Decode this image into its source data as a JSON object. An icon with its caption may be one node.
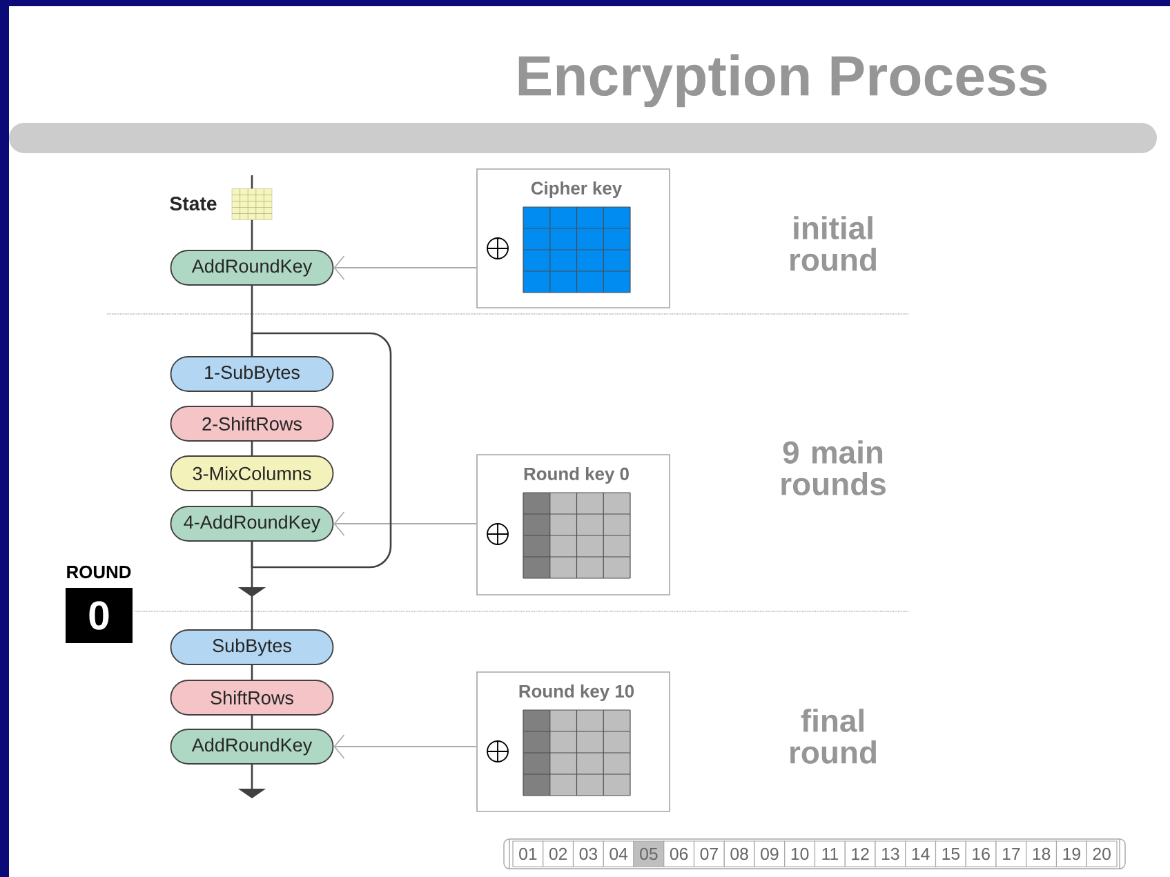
{
  "diagram": {
    "title": "Encryption Process",
    "nodes": [
      {
        "text": [],
        "shape": "box",
        "beside": [
          "State"
        ]
      },
      {
        "text": [
          "AddRoundKey"
        ]
      },
      {
        "text": [
          "Cipher key"
        ]
      },
      {
        "text": [
          "1-SubBytes"
        ]
      },
      {
        "text": [
          "2-ShiftRows"
        ]
      },
      {
        "text": [
          "3-MixColumns"
        ]
      },
      {
        "text": [
          "4-AddRoundKey"
        ]
      },
      {
        "text": [
          "Round key 0"
        ]
      },
      {
        "text": [
          "SubBytes"
        ]
      },
      {
        "text": [
          "ShiftRows"
        ]
      },
      {
        "text": [
          "AddRoundKey"
        ]
      },
      {
        "text": [
          "Round key 10"
        ]
      },
      {
        "text": [
          "ROUND",
          "0"
        ]
      }
    ],
    "edges": [
      {
        "from": null,
        "to": 0,
        "arrow": "none"
      },
      {
        "from": 0,
        "to": 1,
        "arrow": "none"
      },
      {
        "from": 2,
        "to": 1,
        "arrow": "to",
        "color": "#aaaaaa"
      },
      {
        "from": 1,
        "to": 3,
        "arrow": "none"
      },
      {
        "from": 3,
        "to": 4,
        "arrow": "none"
      },
      {
        "from": 4,
        "to": 5,
        "arrow": "none"
      },
      {
        "from": 5,
        "to": 6,
        "arrow": "none"
      },
      {
        "from": 7,
        "to": 6,
        "arrow": "to",
        "color": "#aaaaaa"
      },
      {
        "from": 6,
        "to": 3,
        "arrow": "none"
      },
      {
        "from": 6,
        "to": 8,
        "arrow": "to"
      },
      {
        "from": 8,
        "to": 9,
        "arrow": "none"
      },
      {
        "from": 9,
        "to": 10,
        "arrow": "none"
      },
      {
        "from": 11,
        "to": 10,
        "arrow": "to",
        "color": "#aaaaaa"
      },
      {
        "from": 10,
        "to": null,
        "arrow": "to"
      }
    ],
    "labels": [
      "initial round",
      "9 main rounds",
      "final round",
      "01",
      "02",
      "03",
      "04",
      "05",
      "06",
      "07",
      "08",
      "09",
      "10",
      "11",
      "12",
      "13",
      "14",
      "15",
      "16",
      "17",
      "18",
      "19",
      "20"
    ]
  }
}
